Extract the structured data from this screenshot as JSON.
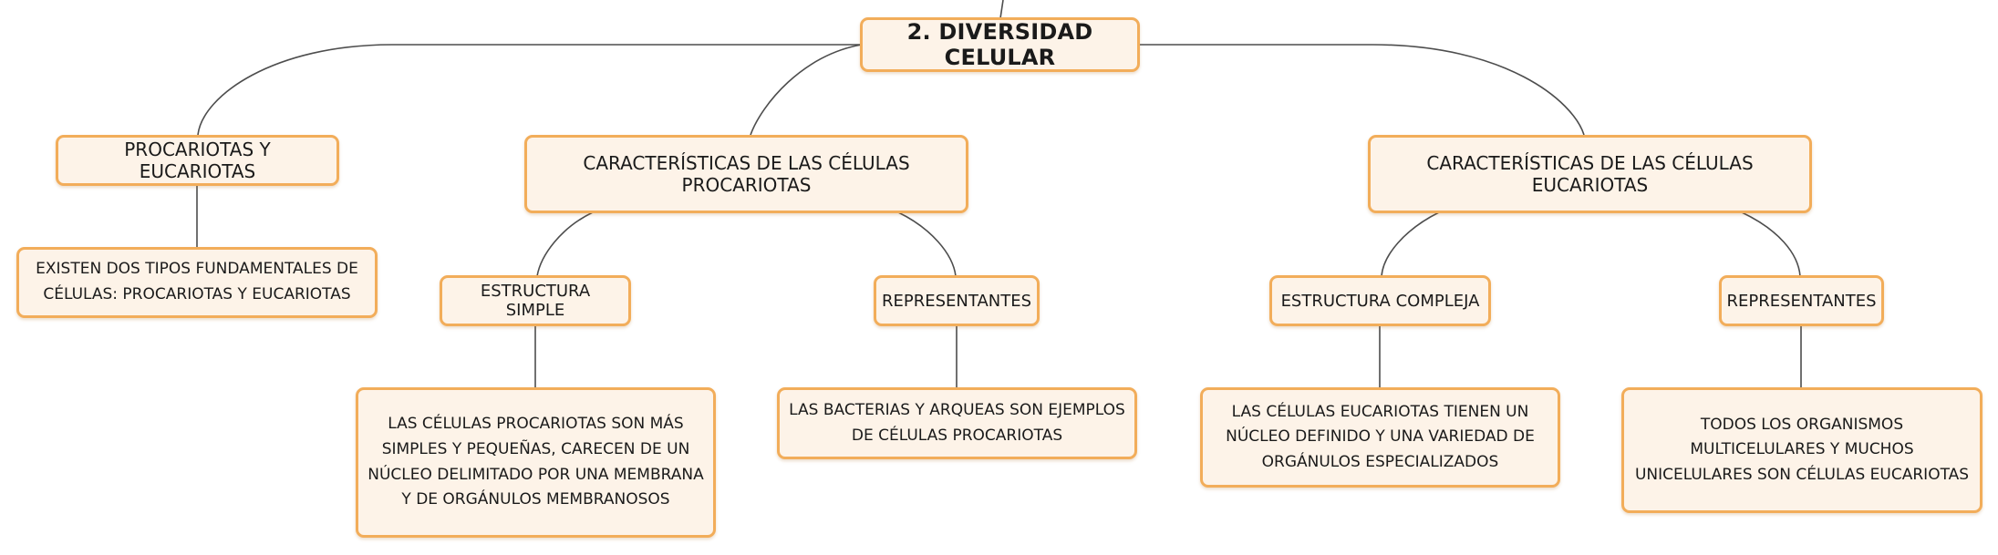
{
  "diagram": {
    "root": {
      "label": "2. DIVERSIDAD CELULAR"
    },
    "branches": [
      {
        "label": "PROCARIOTAS Y EUCARIOTAS",
        "detail": "EXISTEN DOS TIPOS FUNDAMENTALES DE CÉLULAS: PROCARIOTAS Y EUCARIOTAS"
      },
      {
        "label": "CARACTERÍSTICAS DE LAS CÉLULAS PROCARIOTAS",
        "children": [
          {
            "label": "ESTRUCTURA SIMPLE",
            "detail": "LAS CÉLULAS PROCARIOTAS SON MÁS SIMPLES Y PEQUEÑAS, CARECEN DE UN NÚCLEO DELIMITADO POR UNA MEMBRANA Y DE ORGÁNULOS MEMBRANOSOS"
          },
          {
            "label": "REPRESENTANTES",
            "detail": "LAS BACTERIAS Y ARQUEAS SON EJEMPLOS DE CÉLULAS PROCARIOTAS"
          }
        ]
      },
      {
        "label": "CARACTERÍSTICAS DE LAS CÉLULAS EUCARIOTAS",
        "children": [
          {
            "label": "ESTRUCTURA COMPLEJA",
            "detail": "LAS CÉLULAS EUCARIOTAS TIENEN UN NÚCLEO DEFINIDO Y UNA VARIEDAD DE ORGÁNULOS ESPECIALIZADOS"
          },
          {
            "label": "REPRESENTANTES",
            "detail": "TODOS LOS ORGANISMOS MULTICELULARES Y MUCHOS UNICELULARES SON CÉLULAS EUCARIOTAS"
          }
        ]
      }
    ]
  },
  "colors": {
    "node_fill": "#fdf3e8",
    "node_border": "#f2ad5a",
    "connector": "#4d4d4d"
  }
}
